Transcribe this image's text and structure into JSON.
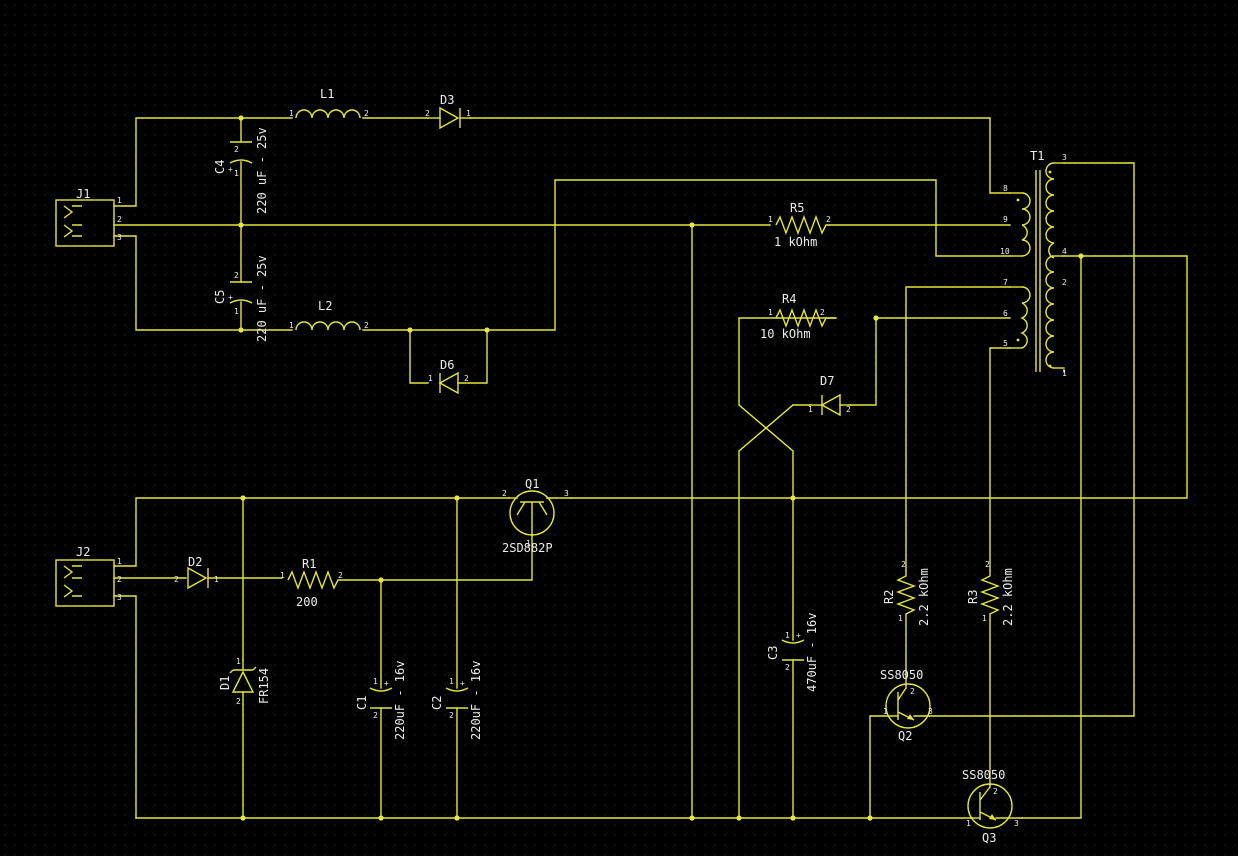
{
  "components": {
    "J1": {
      "ref": "J1",
      "pins": [
        "1",
        "2",
        "3"
      ]
    },
    "J2": {
      "ref": "J2",
      "pins": [
        "1",
        "2",
        "3"
      ]
    },
    "L1": {
      "ref": "L1",
      "pins": [
        "1",
        "2"
      ]
    },
    "L2": {
      "ref": "L2",
      "pins": [
        "1",
        "2"
      ]
    },
    "D3": {
      "ref": "D3",
      "pins": [
        "2",
        "1"
      ]
    },
    "D6": {
      "ref": "D6",
      "pins": [
        "1",
        "2"
      ]
    },
    "D7": {
      "ref": "D7",
      "pins": [
        "1",
        "2"
      ]
    },
    "D2": {
      "ref": "D2",
      "pins": [
        "2",
        "1"
      ]
    },
    "D1": {
      "ref": "D1",
      "value": "FR154",
      "pins": [
        "1",
        "2"
      ]
    },
    "C4": {
      "ref": "C4",
      "value": "220 uF - 25v",
      "pins": [
        "2",
        "1"
      ]
    },
    "C5": {
      "ref": "C5",
      "value": "220 uF - 25v",
      "pins": [
        "2",
        "1"
      ]
    },
    "C1": {
      "ref": "C1",
      "value": "220uF - 16v",
      "pins": [
        "1",
        "2"
      ]
    },
    "C2": {
      "ref": "C2",
      "value": "220uF - 16v",
      "pins": [
        "1",
        "2"
      ]
    },
    "C3": {
      "ref": "C3",
      "value": "470uF - 16v",
      "pins": [
        "1",
        "2"
      ]
    },
    "R5": {
      "ref": "R5",
      "value": "1 kOhm",
      "pins": [
        "1",
        "2"
      ]
    },
    "R4": {
      "ref": "R4",
      "value": "10 kOhm",
      "pins": [
        "1",
        "2"
      ]
    },
    "R1": {
      "ref": "R1",
      "value": "200",
      "pins": [
        "1",
        "2"
      ]
    },
    "R2": {
      "ref": "R2",
      "value": "2.2 kOhm",
      "pins": [
        "2",
        "1"
      ]
    },
    "R3": {
      "ref": "R3",
      "value": "2.2 kOhm",
      "pins": [
        "2",
        "1"
      ]
    },
    "Q1": {
      "ref": "Q1",
      "value": "2SD882P",
      "pins": [
        "2",
        "3",
        "1"
      ]
    },
    "Q2": {
      "ref": "Q2",
      "value": "SS8050",
      "pins": [
        "1",
        "2",
        "3"
      ]
    },
    "Q3": {
      "ref": "Q3",
      "value": "SS8050",
      "pins": [
        "1",
        "2",
        "3"
      ]
    },
    "T1": {
      "ref": "T1",
      "pins": [
        "3",
        "8",
        "9",
        "10",
        "4",
        "7",
        "2",
        "6",
        "5",
        "1"
      ]
    }
  },
  "colors": {
    "background": "#000000",
    "wire": "#e6e63c",
    "text": "#ececec",
    "grid": "#3a3a3a"
  }
}
